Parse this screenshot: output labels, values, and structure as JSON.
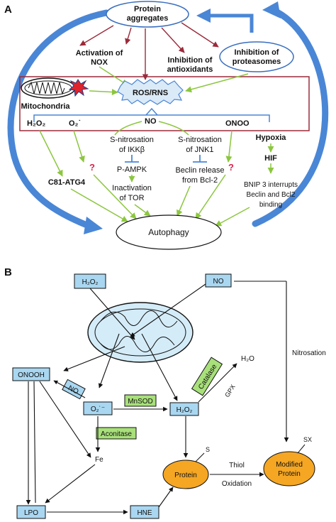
{
  "panel_a": {
    "label": "A",
    "protein_aggregates": [
      "Protein",
      "aggregates"
    ],
    "activation_nox": [
      "Activation of",
      "NOX"
    ],
    "inhibition_antioxidants": [
      "Inhibition of",
      "antioxidants"
    ],
    "inhibition_proteasomes": [
      "Inhibition of",
      "proteasomes"
    ],
    "mitochondria": "Mitochondria",
    "ros_rns": "ROS/RNS",
    "h2o2": "H₂O₂",
    "o2": "O₂˙",
    "no": "NO",
    "onoo": "ONOO",
    "s_nitrosation_ikk": [
      "S-nitrosation",
      "of IKKβ"
    ],
    "p_ampk": "P-AMPK",
    "inactivation_tor": [
      "Inactivation",
      "of TOR"
    ],
    "s_nitrosation_jnk": [
      "S-nitrosation",
      "of JNK1"
    ],
    "beclin_release": [
      "Beclin release",
      "from Bcl-2"
    ],
    "hypoxia": "Hypoxia",
    "hif": "HIF",
    "bnip3": [
      "BNIP 3 interrupts",
      "Beclin and Bcl2",
      "binding"
    ],
    "c81_atg4": "C81-ATG4",
    "question": "?",
    "autophagy": "Autophagy"
  },
  "panel_b": {
    "label": "B",
    "h2o2_top": "H₂O₂",
    "no_top": "NO",
    "onooh": "ONOOH",
    "no_small": "NO",
    "o2": "O₂˙⁻",
    "mnsod": "MnSOD",
    "h2o2_mid": "H₂O₂",
    "catalase": "Catalase",
    "h2o": "H₂O",
    "gpx": "GPX",
    "aconitase": "Aconitase",
    "fe": "Fe",
    "nitrosation": "Nitrosation",
    "protein": "Protein",
    "protein_s": "S",
    "thiol": "Thiol",
    "oxidation": "Oxidation",
    "modified_protein": [
      "Modified",
      "Protein"
    ],
    "sx": "SX",
    "lpo": "LPO",
    "hne": "HNE"
  },
  "colors": {
    "blue_arrow": "#4a86d6",
    "dark_red": "#9b2a3a",
    "green": "#8cc63f",
    "light_blue": "#a9d7f1",
    "orange": "#f5a623",
    "aconitase_green": "#a8e07a"
  }
}
